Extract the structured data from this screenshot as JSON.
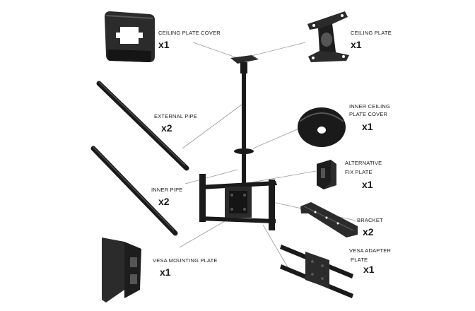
{
  "parts": [
    {
      "id": "ceiling-plate-cover",
      "name_lines": [
        "CEILING PLATE COVER"
      ],
      "qty": "x1"
    },
    {
      "id": "ceiling-plate",
      "name_lines": [
        "CEILING PLATE"
      ],
      "qty": "x1"
    },
    {
      "id": "external-pipe",
      "name_lines": [
        "EXTERNAL PIPE"
      ],
      "qty": "x2"
    },
    {
      "id": "inner-ceiling-plate-cover",
      "name_lines": [
        "INNER CEILING",
        "PLATE COVER"
      ],
      "qty": "x1"
    },
    {
      "id": "alternative-fix-plate",
      "name_lines": [
        "ALTERNATIVE",
        "FIX PLATE"
      ],
      "qty": "x1"
    },
    {
      "id": "inner-pipe",
      "name_lines": [
        "INNER PIPE"
      ],
      "qty": "x2"
    },
    {
      "id": "bracket",
      "name_lines": [
        "BRACKET"
      ],
      "qty": "x2"
    },
    {
      "id": "vesa-adapter-plate",
      "name_lines": [
        "VESA ADAPTER",
        "PLATE"
      ],
      "qty": "x1"
    },
    {
      "id": "vesa-mounting-plate",
      "name_lines": [
        "VESA MOUNTING PLATE"
      ],
      "qty": "x1"
    }
  ],
  "colors": {
    "part_fill": "#2b2b2b",
    "part_dark": "#151515",
    "part_highlight": "#555555",
    "leader_line": "#9a9a9a",
    "text": "#1a1a1a"
  }
}
